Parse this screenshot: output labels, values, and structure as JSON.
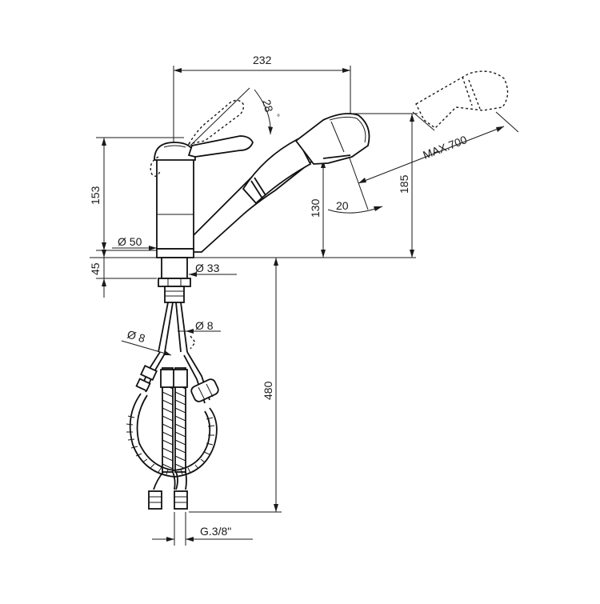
{
  "drawing": {
    "dimensions": {
      "width_top": "232",
      "handle_angle": "28",
      "degree_mark": "°",
      "height_left": "153",
      "diameter_base": "Ø 50",
      "deck_thickness": "45",
      "diameter_shank": "Ø 33",
      "spout_height": "130",
      "total_height": "185",
      "spray_angle": "20",
      "hose_extension": "MAX.700",
      "hose_diameter_left": "Ø 8",
      "hose_diameter_right": "Ø 8",
      "hose_length": "480",
      "thread": "G.3/8\""
    }
  }
}
